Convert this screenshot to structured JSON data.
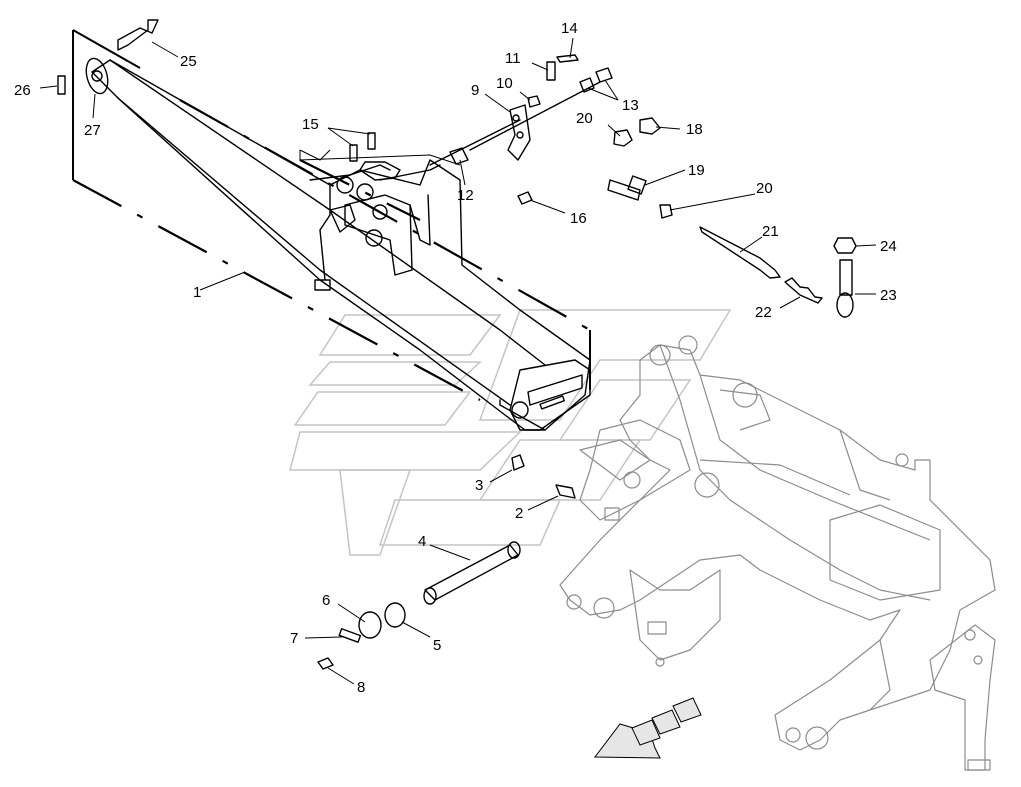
{
  "callouts": {
    "c1": "1",
    "c2": "2",
    "c3": "3",
    "c4": "4",
    "c5": "5",
    "c6": "6",
    "c7": "7",
    "c8": "8",
    "c9": "9",
    "c10": "10",
    "c11": "11",
    "c12": "12",
    "c13": "13",
    "c14": "14",
    "c15": "15",
    "c16": "16",
    "c18": "18",
    "c19": "19",
    "c20a": "20",
    "c20b": "20",
    "c21": "21",
    "c22": "22",
    "c23": "23",
    "c24": "24",
    "c25": "25",
    "c26": "26",
    "c27": "27"
  }
}
